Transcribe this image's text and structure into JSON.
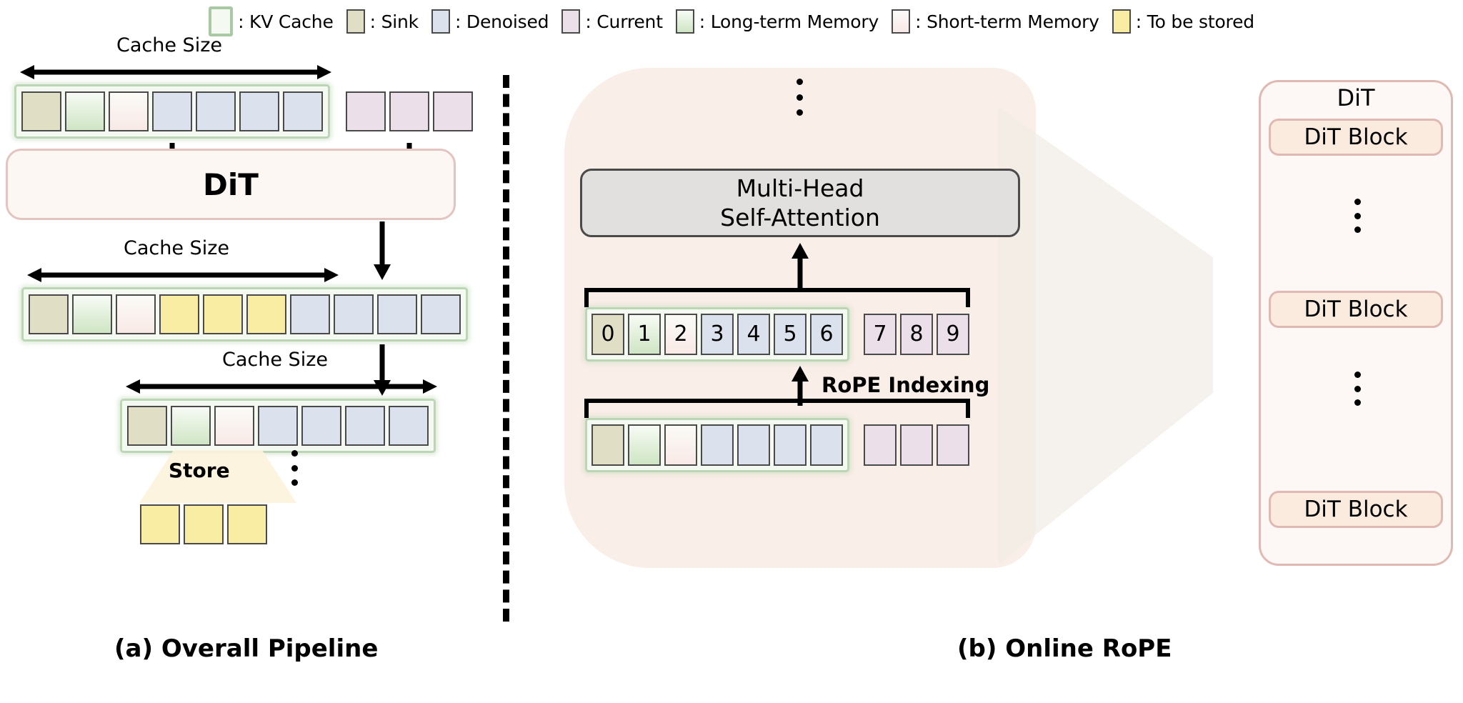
{
  "legend": {
    "items": [
      {
        "swatch": "kv-cache-swatch",
        "label": ": KV Cache",
        "color": "#f4faf2",
        "border": "#a9c9a4"
      },
      {
        "swatch": "sink-swatch",
        "label": ": Sink",
        "color": "#e0dfc5",
        "border": "#4a4a4a"
      },
      {
        "swatch": "denoised-swatch",
        "label": ": Denoised",
        "color": "#dbe1ed",
        "border": "#4a4a4a"
      },
      {
        "swatch": "current-swatch",
        "label": ": Current",
        "color": "#ebdfea",
        "border": "#4a4a4a"
      },
      {
        "swatch": "long-term-memory-swatch",
        "label": ": Long-term Memory",
        "color": "#cfe5c4",
        "border": "#4a4a4a"
      },
      {
        "swatch": "short-term-memory-swatch",
        "label": ": Short-term Memory",
        "color": "#f8e9e6",
        "border": "#4a4a4a"
      },
      {
        "swatch": "to-be-stored-swatch",
        "label": ": To be stored",
        "color": "#f8eda3",
        "border": "#4a4a4a"
      }
    ]
  },
  "panel_a": {
    "caption": "(a) Overall Pipeline",
    "cache_size_label": "Cache Size",
    "dit_label": "DiT",
    "store_label": "Store",
    "rows": [
      {
        "name": "row-1",
        "cached": [
          "sink",
          "long",
          "short",
          "den",
          "den",
          "den",
          "den"
        ],
        "trailing": [
          "cur",
          "cur",
          "cur"
        ]
      },
      {
        "name": "row-2",
        "cached": [
          "sink",
          "long",
          "short",
          "yel",
          "yel",
          "yel",
          "den",
          "den",
          "den",
          "den"
        ],
        "trailing": []
      },
      {
        "name": "row-3",
        "cached": [
          "sink",
          "long",
          "short",
          "den",
          "den",
          "den",
          "den"
        ],
        "trailing": []
      }
    ],
    "store_tokens": [
      "yel",
      "yel",
      "yel"
    ]
  },
  "panel_b": {
    "caption": "(b) Online RoPE",
    "attention_line1": "Multi-Head",
    "attention_line2": "Self-Attention",
    "rope_label": "RoPE Indexing",
    "indexed_row": {
      "cached": [
        {
          "index": "0",
          "kind": "sink"
        },
        {
          "index": "1",
          "kind": "long"
        },
        {
          "index": "2",
          "kind": "short"
        },
        {
          "index": "3",
          "kind": "den"
        },
        {
          "index": "4",
          "kind": "den"
        },
        {
          "index": "5",
          "kind": "den"
        },
        {
          "index": "6",
          "kind": "den"
        }
      ],
      "trailing": [
        {
          "index": "7",
          "kind": "cur"
        },
        {
          "index": "8",
          "kind": "cur"
        },
        {
          "index": "9",
          "kind": "cur"
        }
      ]
    },
    "source_row": {
      "cached": [
        "sink",
        "long",
        "short",
        "den",
        "den",
        "den",
        "den"
      ],
      "trailing": [
        "cur",
        "cur",
        "cur"
      ]
    }
  },
  "dit_panel": {
    "title": "DiT",
    "blocks": [
      "DiT Block",
      "DiT Block",
      "DiT Block"
    ]
  },
  "colors": {
    "sink": "#e0dfc5",
    "denoised": "#dbe1ed",
    "current": "#ebdfea",
    "to_be_stored": "#f8eda3",
    "kv_cache_border": "#a9c9a4",
    "dit_border": "#e3c4c0",
    "panel_b_bg": "#faeee8"
  }
}
